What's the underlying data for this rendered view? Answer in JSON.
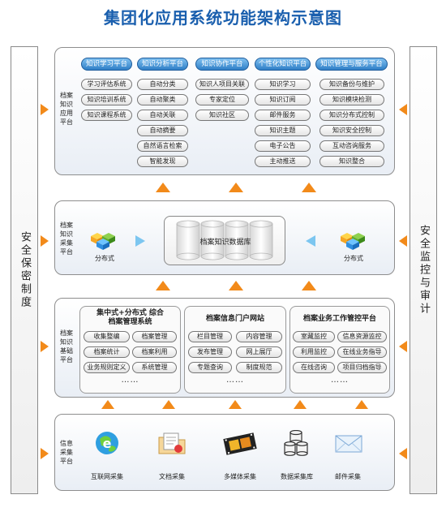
{
  "title": "集团化应用系统功能架构示意图",
  "left_sidebar": "安全保密制度",
  "right_sidebar": "安全监控与审计",
  "layers": {
    "app": {
      "label": "档案知识应用平台",
      "columns": [
        {
          "head": "知识学习平台",
          "items": [
            "学习评估系统",
            "知识培训系统",
            "知识课程系统"
          ]
        },
        {
          "head": "知识分析平台",
          "items": [
            "自动分类",
            "自动聚类",
            "自动关联",
            "自动摘要",
            "自然语言检索",
            "智能发现"
          ]
        },
        {
          "head": "知识协作平台",
          "items": [
            "知识人项目关联",
            "专家定位",
            "知识社区"
          ]
        },
        {
          "head": "个性化知识平台",
          "items": [
            "知识学习",
            "知识订阅",
            "邮件服务",
            "知识主题",
            "电子公告",
            "主动推送"
          ]
        },
        {
          "head": "知识管理与服务平台",
          "items": [
            "知识备份与维护",
            "知识模块检测",
            "知识分布式控制",
            "知识安全控制",
            "互动咨询服务",
            "知识整合"
          ]
        }
      ]
    },
    "collect": {
      "label": "档案知识采集平台",
      "db_label": "档案知识数据库",
      "left_node": "分布式",
      "right_node": "分布式"
    },
    "base": {
      "label": "档案知识基础平台",
      "sections": [
        {
          "title": "集中式+分布式 综合档案管理系统",
          "items": [
            "收集整编",
            "档案管理",
            "档案统计",
            "档案利用",
            "业务规则定义",
            "系统管理"
          ],
          "more": "……"
        },
        {
          "title": "档案信息门户网站",
          "items": [
            "栏目管理",
            "内容管理",
            "发布管理",
            "网上展厅",
            "专题查询",
            "制度规范"
          ],
          "more": "……"
        },
        {
          "title": "档案业务工作管控平台",
          "items": [
            "室藏监控",
            "信息资源监控",
            "利用监控",
            "在线业务指导",
            "在线咨询",
            "项目归档指导"
          ],
          "more": "……"
        }
      ]
    },
    "info": {
      "label": "信息采集平台",
      "items": [
        "互联网采集",
        "文档采集",
        "多媒体采集",
        "数据采集库",
        "邮件采集"
      ]
    }
  }
}
